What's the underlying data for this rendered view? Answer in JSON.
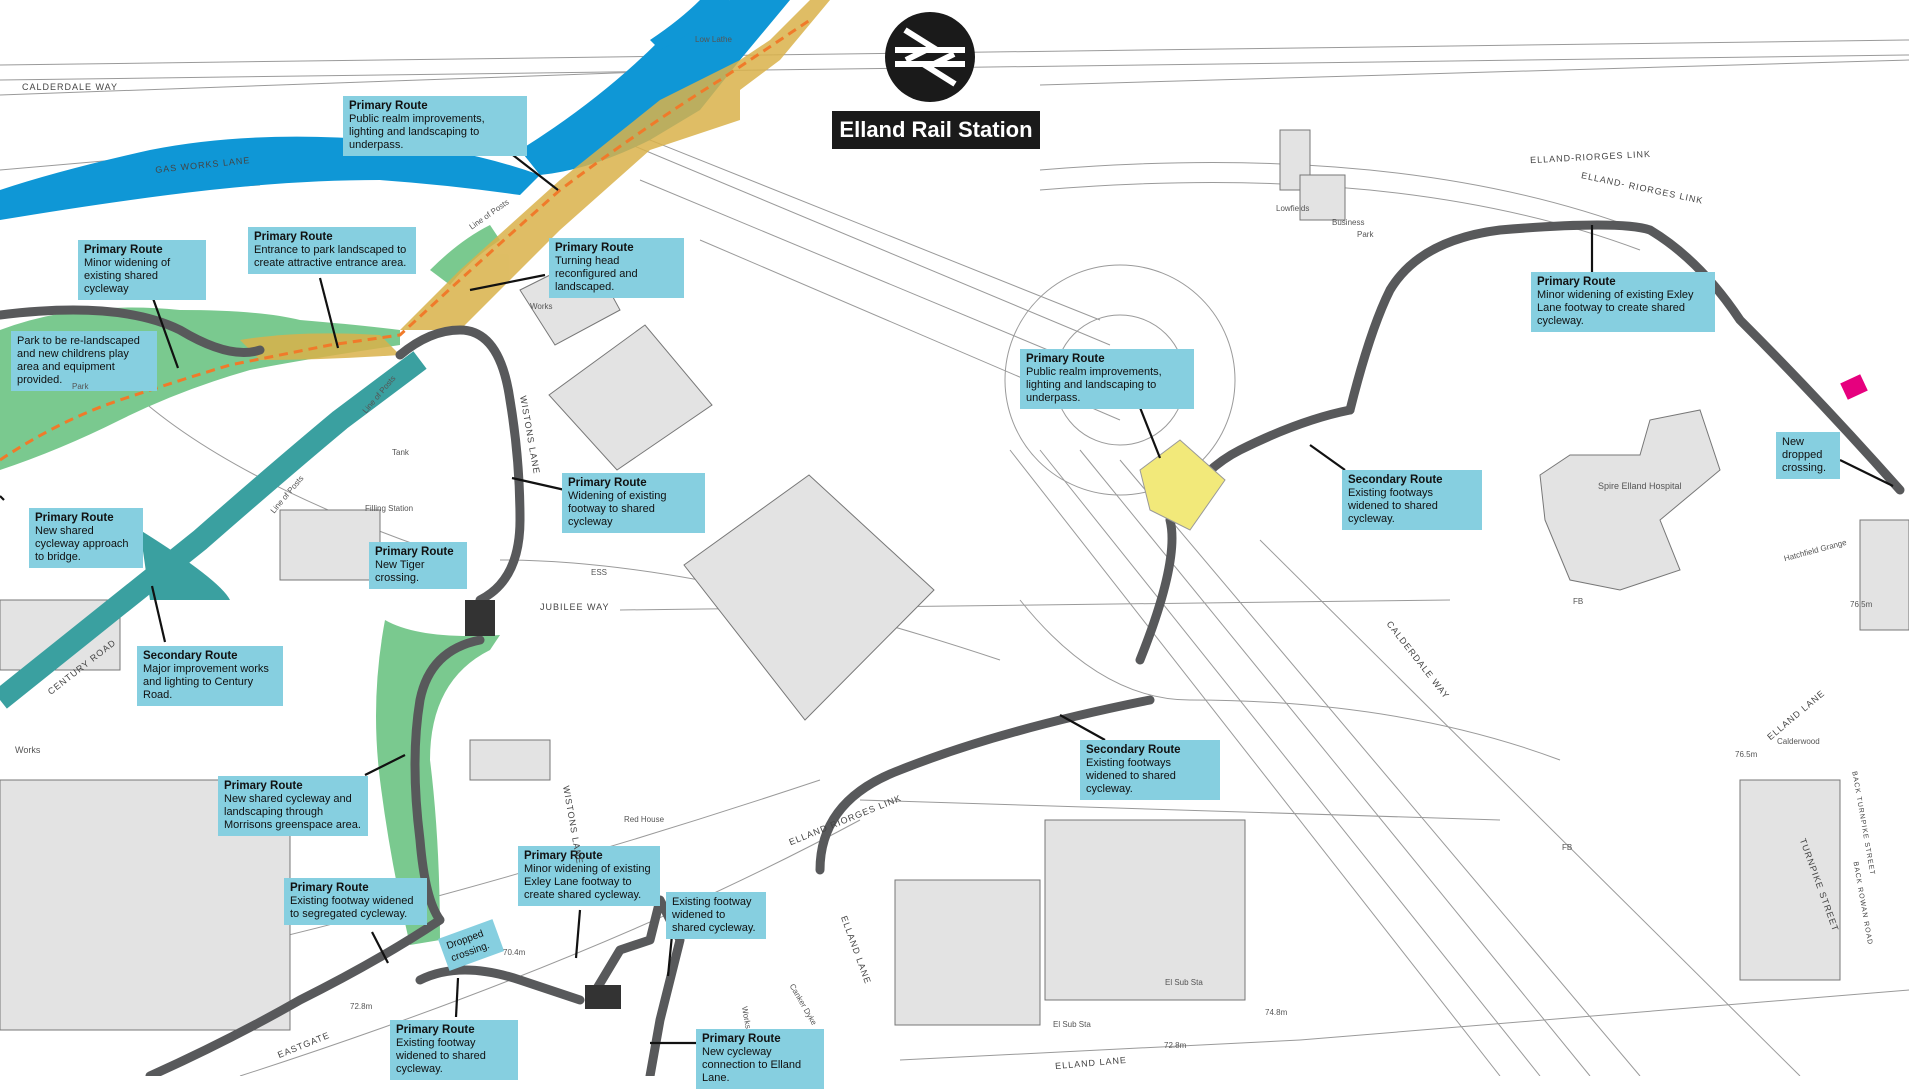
{
  "station": {
    "name": "Elland Rail Station",
    "icon": "national-rail-icon"
  },
  "colors": {
    "water": "#0f97d6",
    "green_space": "#7ac98f",
    "teal_route": "#3aa0a0",
    "cycle_route": "#58595b",
    "underpass_orange": "#d9b24a",
    "underpass_yellow": "#f2e97a",
    "callout_bg": "#86cfe0",
    "crossing_pink": "#e6007e"
  },
  "callouts": [
    {
      "title": "Primary Route",
      "body": "Public realm improvements, lighting and landscaping to underpass."
    },
    {
      "title": "Primary Route",
      "body": "Minor widening of existing shared cycleway"
    },
    {
      "title": "Primary Route",
      "body": "Entrance to park landscaped to create attractive entrance area."
    },
    {
      "title": "Primary Route",
      "body": "Turning head reconfigured and landscaped."
    },
    {
      "title": "",
      "body": "Park to be re-landscaped and new childrens play area and equipment provided."
    },
    {
      "title": "Primary Route",
      "body": "New shared cycleway approach to bridge."
    },
    {
      "title": "Primary Route",
      "body": "Widening of existing footway to shared cycleway"
    },
    {
      "title": "Primary Route",
      "body": "New Tiger crossing."
    },
    {
      "title": "Secondary Route",
      "body": "Major improvement works and lighting to Century Road."
    },
    {
      "title": "Primary Route",
      "body": "New shared cycleway and landscaping through Morrisons greenspace area."
    },
    {
      "title": "Primary Route",
      "body": "Existing footway widened to segregated cycleway."
    },
    {
      "title": "Primary Route",
      "body": "Minor widening of existing Exley Lane footway to create shared cycleway."
    },
    {
      "title": "",
      "body": "Existing footway widened to shared cycleway."
    },
    {
      "title": "Primary Route",
      "body": "Existing footway widened to shared cycleway."
    },
    {
      "title": "Primary Route",
      "body": "New cycleway connection to Elland Lane."
    },
    {
      "title": "Primary Route",
      "body": "Public realm improvements, lighting and landscaping to underpass."
    },
    {
      "title": "Secondary Route",
      "body": "Existing footways widened to shared cycleway."
    },
    {
      "title": "Secondary Route",
      "body": "Existing footways widened to shared cycleway."
    },
    {
      "title": "Primary Route",
      "body": "Minor widening of existing Exley Lane footway to create shared cycleway."
    },
    {
      "title": "",
      "body": "New dropped crossing."
    }
  ],
  "dropped_crossing_label": "Dropped crossing.",
  "street_labels": [
    "CALDERDALE WAY",
    "GAS WORKS LANE",
    "ELLAND-RIORGES LINK",
    "ELLAND- RIORGES LINK",
    "WISTONS LANE",
    "JUBILEE WAY",
    "CENTURY ROAD",
    "CALDERDALE WAY",
    "ELLAND RIORGES LINK",
    "WISTONS LANE",
    "ELLAND LANE",
    "EASTGATE",
    "ELLAND LANE",
    "TURNPIKE STREET",
    "BACK TURNPIKE STREET",
    "BACK ROWAN ROAD",
    "ELLAND LANE"
  ],
  "place_labels": [
    "Spire Elland Hospital",
    "Works",
    "Works",
    "Lowfields",
    "Business",
    "Park",
    "Filling Station",
    "Tank",
    "Park",
    "Red House",
    "Canker Dyke",
    "ESS",
    "El Sub Sta",
    "El Sub Sta",
    "FB",
    "FB",
    "Hatchfield Grange",
    "Calderwood",
    "Low Lathe",
    "Line of Posts",
    "Line of Posts",
    "Line of Posts",
    "Works"
  ],
  "spot_heights": [
    "72.8m",
    "70.4m",
    "72.8m",
    "74.8m",
    "76.5m",
    "76.5m"
  ]
}
